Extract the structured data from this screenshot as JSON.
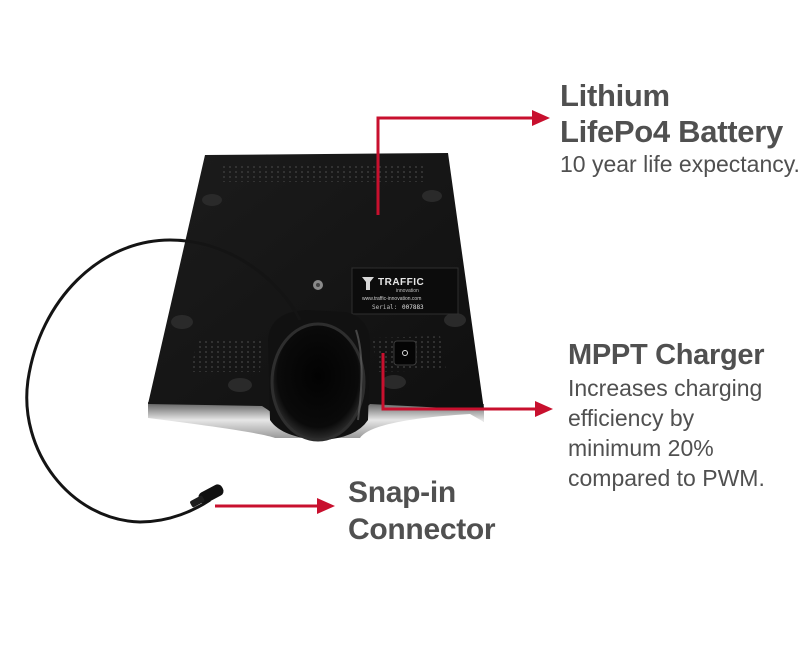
{
  "callouts": {
    "battery": {
      "title_line1": "Lithium",
      "title_line2": "LifePo4 Battery",
      "desc": "10 year life expectancy."
    },
    "mppt": {
      "title": "MPPT Charger",
      "desc_lines": [
        "Increases charging",
        "efficiency by",
        "minimum 20%",
        "compared to PWM."
      ]
    },
    "connector": {
      "title_line1": "Snap-in",
      "title_line2": "Connector"
    }
  },
  "device_label": {
    "brand": "TRAFFIC",
    "brand_sub": "innovation",
    "website": "www.traffic-innovation.com",
    "serial_label": "Serial:",
    "serial_value": "007883"
  },
  "colors": {
    "arrow": "#c8102e",
    "device": "#151515",
    "text": "#505050"
  }
}
